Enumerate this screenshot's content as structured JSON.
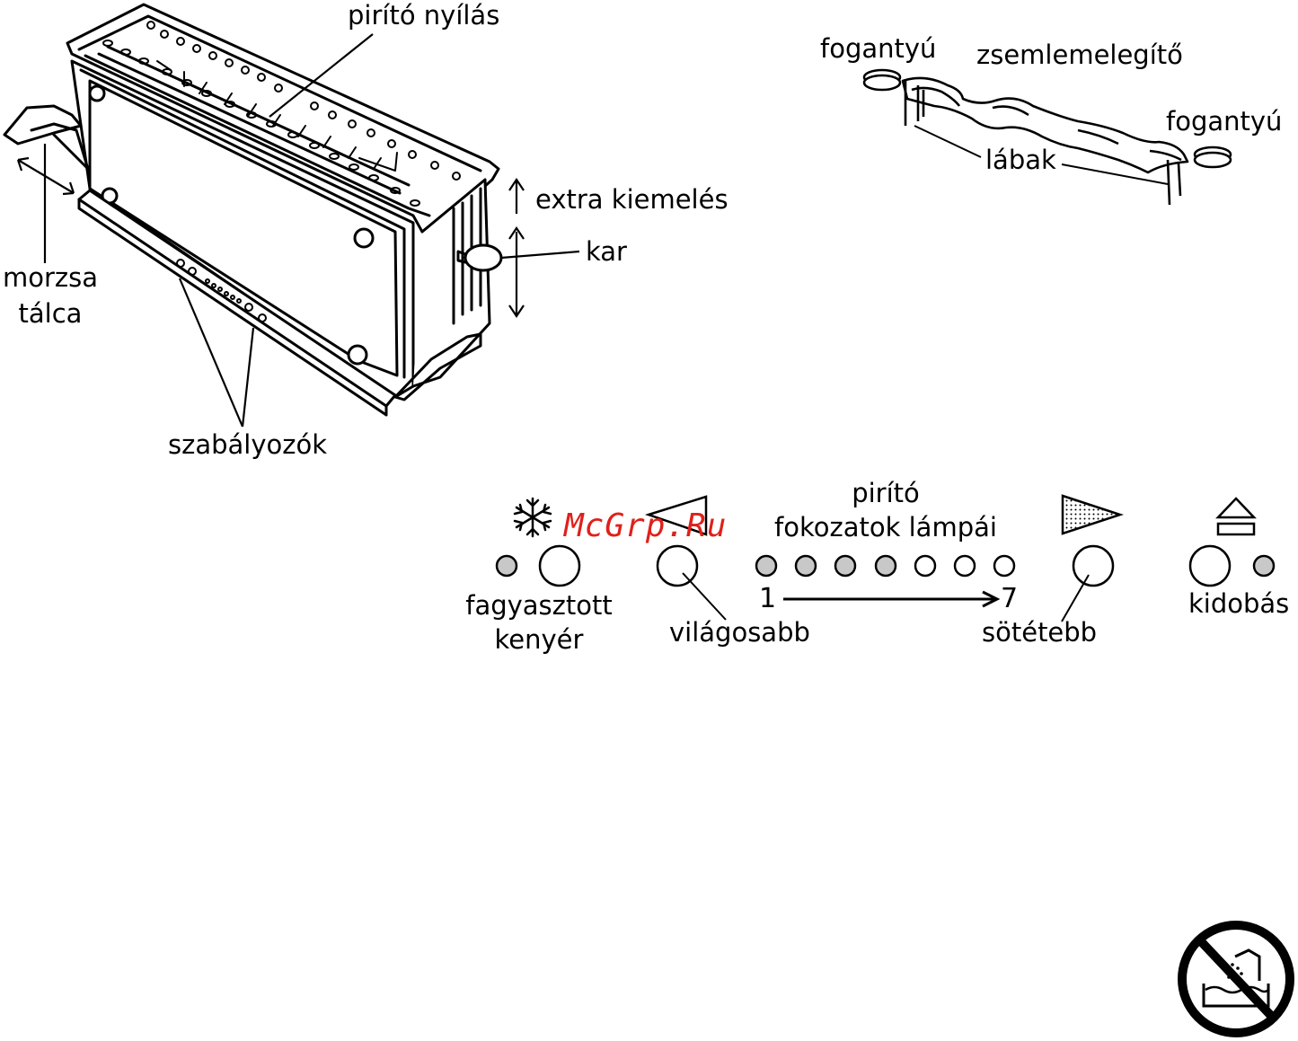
{
  "toaster": {
    "slot_label": "pirító nyílás",
    "extra_lift_label": "extra kiemelés",
    "lever_label": "kar",
    "crumb_tray_label_1": "morzsa",
    "crumb_tray_label_2": "tálca",
    "controls_label": "szabályozók"
  },
  "warmer": {
    "handle_left_label": "fogantyú",
    "title_label": "zsemlemelegítő",
    "handle_right_label": "fogantyú",
    "legs_label": "lábak"
  },
  "panel": {
    "lamps_label_1": "pirító",
    "lamps_label_2": "fokozatok lámpái",
    "frozen_label_1": "fagyasztott",
    "frozen_label_2": "kenyér",
    "lighter_label": "világosabb",
    "darker_label": "sötétebb",
    "eject_label": "kidobás",
    "scale_start": "1",
    "scale_end": "7",
    "lamp_states": [
      "lit",
      "lit",
      "lit",
      "lit",
      "off",
      "off",
      "off"
    ]
  },
  "icons": [
    "snowflake-icon",
    "lighter-triangle-icon",
    "darker-triangle-icon",
    "eject-icon",
    "no-water-immersion-icon"
  ],
  "watermark": "McGrp.Ru",
  "colors": {
    "lamp_lit": "#c8c8c8",
    "watermark": "#e0201a"
  }
}
